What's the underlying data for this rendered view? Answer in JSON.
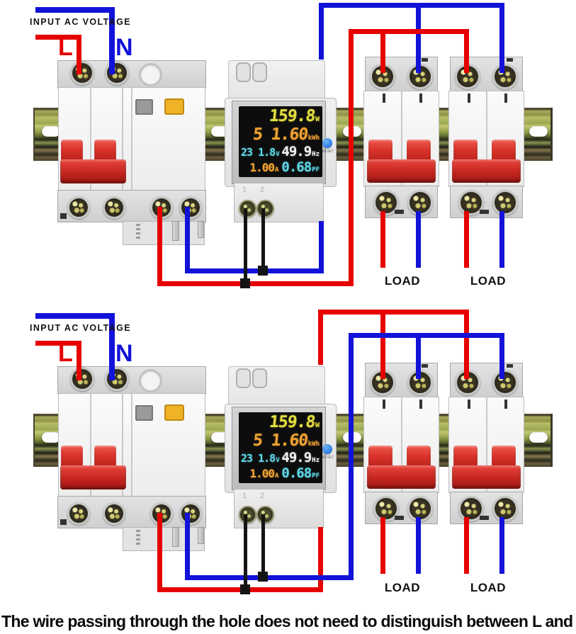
{
  "colors": {
    "wire-live": "#e60000",
    "wire-neutral": "#1212d8",
    "wire-meter": "#141414",
    "rail-olive": "#97a04c",
    "handle-red": "#d8342c",
    "display-bg": "#0d0d0d",
    "digit-yellow": "#e3de40",
    "digit-orange": "#f0a232",
    "digit-cyan": "#5ed7e6",
    "digit-white": "#f2f2f2",
    "reset-blue": "#2e7de6",
    "button-yellow": "#f0b226",
    "button-gray": "#9a9a9a"
  },
  "caption": "The wire passing through the hole does not need to distinguish between L and N",
  "diagram1": {
    "input_label": "INPUT AC VOLTAGE",
    "live_label": "L",
    "neutral_label": "N",
    "load_label_1": "LOAD",
    "load_label_2": "LOAD",
    "meter": {
      "terminal_1": "1",
      "terminal_2": "2",
      "reset_label": "RESET",
      "display": {
        "power_value": "159.8",
        "power_unit": "W",
        "energy_value": "5 1.60",
        "energy_unit": "kWh",
        "voltage_value": "23 1.8",
        "voltage_unit": "V",
        "frequency_value": "49.9",
        "frequency_unit": "Hz",
        "current_value": "1.00",
        "current_unit": "A",
        "power_factor_value": "0.68",
        "power_factor_unit": "PF"
      }
    }
  },
  "diagram2": {
    "input_label": "INPUT AC VOLTAGE",
    "live_label": "L",
    "neutral_label": "N",
    "load_label_1": "LOAD",
    "load_label_2": "LOAD",
    "meter": {
      "terminal_1": "1",
      "terminal_2": "2",
      "reset_label": "RESET",
      "display": {
        "power_value": "159.8",
        "power_unit": "W",
        "energy_value": "5 1.60",
        "energy_unit": "kWh",
        "voltage_value": "23 1.8",
        "voltage_unit": "V",
        "frequency_value": "49.9",
        "frequency_unit": "Hz",
        "current_value": "1.00",
        "current_unit": "A",
        "power_factor_value": "0.68",
        "power_factor_unit": "PF"
      }
    }
  }
}
